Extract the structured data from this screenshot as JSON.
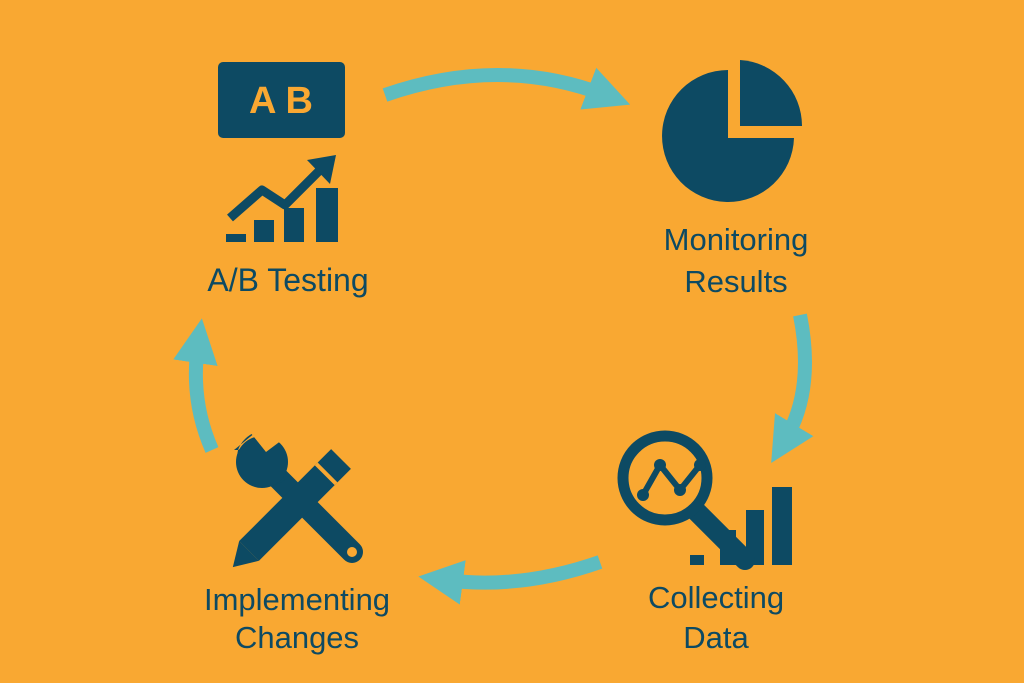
{
  "colors": {
    "background": "#F9A832",
    "icon": "#0D4A63",
    "arrow": "#5DBCC0"
  },
  "steps": [
    {
      "icon": "ab-chart-icon",
      "label": "A/B Testing",
      "ab_letters": "A B"
    },
    {
      "icon": "pie-chart-icon",
      "line1": "Monitoring",
      "line2": "Results"
    },
    {
      "icon": "magnifier-chart-icon",
      "line1": "Collecting",
      "line2": "Data"
    },
    {
      "icon": "wrench-pencil-icon",
      "line1": "Implementing",
      "line2": "Changes"
    }
  ]
}
